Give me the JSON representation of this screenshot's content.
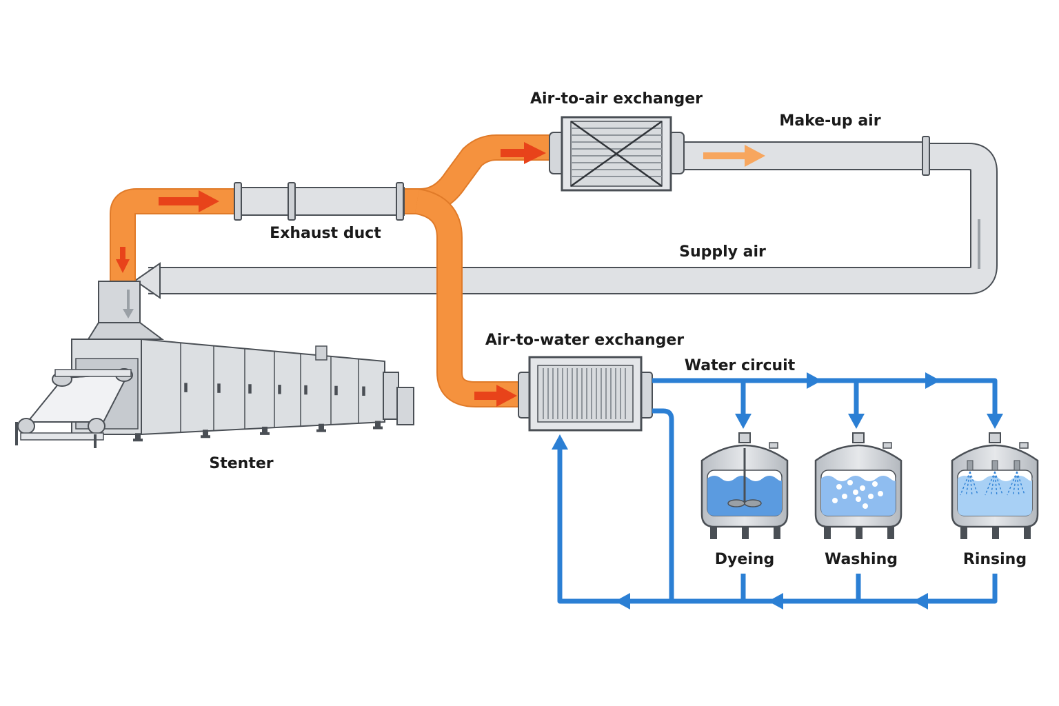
{
  "labels": {
    "air_to_air": "Air-to-air exchanger",
    "make_up_air": "Make-up air",
    "exhaust_duct": "Exhaust duct",
    "supply_air": "Supply air",
    "air_to_water": "Air-to-water exchanger",
    "water_circuit": "Water circuit",
    "stenter": "Stenter",
    "dyeing": "Dyeing",
    "washing": "Washing",
    "rinsing": "Rinsing"
  },
  "colors": {
    "hot_air": "#f5923e",
    "hot_arrow": "#e8431a",
    "duct": "#dfe1e4",
    "duct_edge": "#4a4f55",
    "water": "#2b7fd4",
    "water_fill": "#5b9be0",
    "light_water": "#a8d0f5"
  }
}
